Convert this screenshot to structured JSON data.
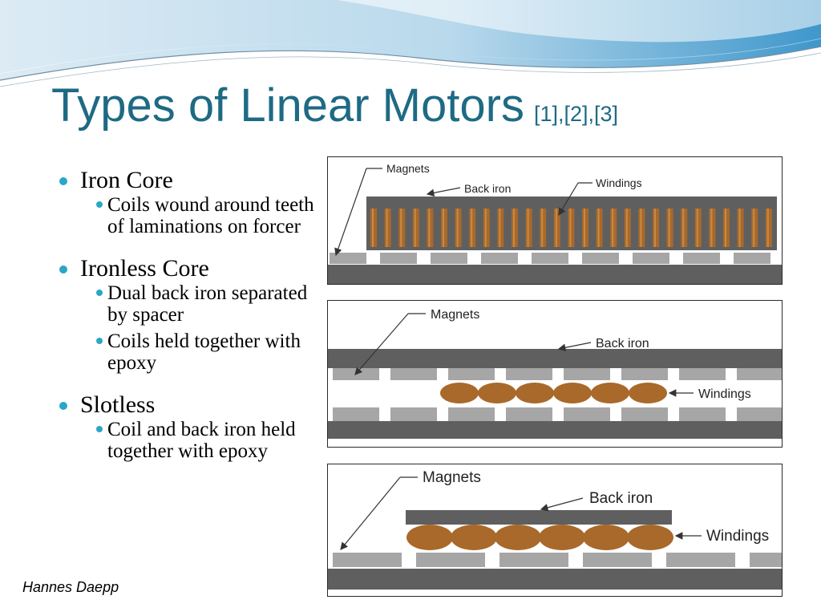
{
  "title": {
    "main": "Types of Linear Motors",
    "refs": "[1],[2],[3]"
  },
  "bullets": [
    {
      "heading": "Iron Core",
      "sub": [
        "Coils wound around teeth of laminations on forcer"
      ]
    },
    {
      "heading": "Ironless Core",
      "sub": [
        "Dual back iron separated by spacer",
        "Coils held together with epoxy"
      ]
    },
    {
      "heading": "Slotless",
      "sub": [
        "Coil and back iron held together with epoxy"
      ]
    }
  ],
  "diagrams": {
    "iron_core": {
      "magnets": "Magnets",
      "back_iron": "Back iron",
      "windings": "Windings"
    },
    "ironless_core": {
      "magnets": "Magnets",
      "back_iron": "Back iron",
      "windings": "Windings"
    },
    "slotless": {
      "magnets": "Magnets",
      "back_iron": "Back iron",
      "windings": "Windings"
    }
  },
  "author": "Hannes Daepp",
  "colors": {
    "title": "#1e6a84",
    "bullet": "#2ba6c7",
    "back_iron": "#5f5f5f",
    "magnet": "#a6a6a6",
    "winding": "#a9692a"
  }
}
